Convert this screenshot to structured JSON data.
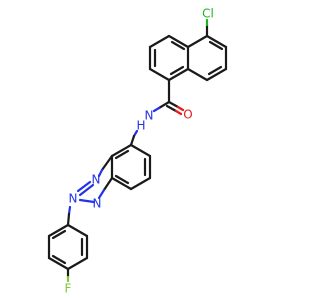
{
  "atoms": {
    "cl": {
      "text": "Cl",
      "color": "#1db51d"
    },
    "o": {
      "text": "O",
      "color": "#e81a1a"
    },
    "n_amide": {
      "text": "N",
      "color": "#2233e8"
    },
    "h_amide": {
      "text": "H",
      "color": "#2233e8"
    },
    "n1": {
      "text": "N",
      "color": "#2233e8"
    },
    "n2": {
      "text": "N",
      "color": "#2233e8"
    },
    "n3": {
      "text": "N",
      "color": "#2233e8"
    },
    "f": {
      "text": "F",
      "color": "#7ec83a"
    }
  }
}
